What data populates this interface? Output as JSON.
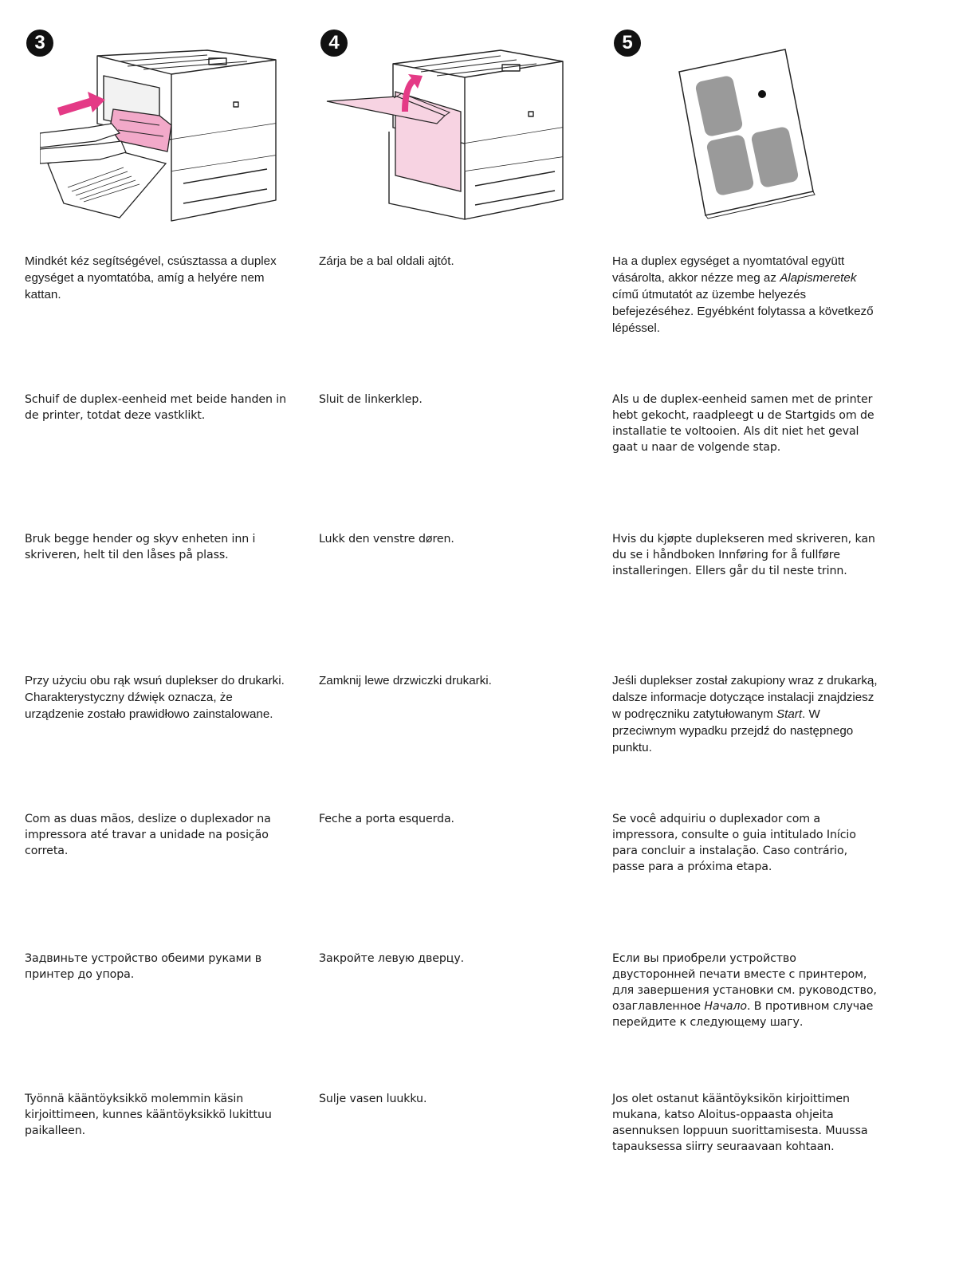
{
  "steps": [
    {
      "number": "3",
      "icon": "printer-insert-duplex-illustration"
    },
    {
      "number": "4",
      "icon": "printer-close-left-door-illustration"
    },
    {
      "number": "5",
      "icon": "hp-getting-started-guide-illustration"
    }
  ],
  "colors": {
    "accent": "#e43a86",
    "door_fill": "#f7d3e2",
    "dark": "#111111",
    "gray": "#9a9a9a"
  },
  "languages": [
    {
      "col1": "Mindkét kéz segítségével, csúsztassa a duplex egységet a nyomtatóba, amíg a helyére nem kattan.",
      "col2": "Zárja be a bal oldali ajtót.",
      "col3_pre": "Ha a duplex egységet a nyomtatóval együtt vásárolta, akkor nézze meg az ",
      "col3_em": "Alapismeretek",
      "col3_post": " című útmutatót az üzembe helyezés befejezéséhez. Egyébként folytassa a következő lépéssel."
    },
    {
      "col1": "Schuif de duplex-eenheid met beide handen in de printer, totdat deze vastklikt.",
      "col2": "Sluit de linkerklep.",
      "col3_pre": "Als u de duplex-eenheid samen met de printer hebt gekocht, raadpleegt u de Startgids om de installatie te voltooien. Als dit niet het geval gaat u naar de volgende stap.",
      "col3_em": "",
      "col3_post": ""
    },
    {
      "col1": "Bruk begge hender og skyv enheten inn i skriveren, helt til den låses på plass.",
      "col2": "Lukk den venstre døren.",
      "col3_pre": "Hvis du kjøpte duplekseren med skriveren, kan du se i håndboken Innføring for å fullføre installeringen. Ellers går du til neste trinn.",
      "col3_em": "",
      "col3_post": ""
    },
    {
      "col1": "Przy użyciu obu rąk wsuń duplekser do drukarki. Charakterystyczny dźwięk oznacza, że urządzenie zostało prawidłowo zainstalowane.",
      "col2": "Zamknij lewe drzwiczki drukarki.",
      "col3_pre": "Jeśli duplekser został zakupiony wraz z drukarką, dalsze informacje dotyczące instalacji znajdziesz w podręczniku zatytułowanym ",
      "col3_em": "Start",
      "col3_post": ". W przeciwnym wypadku przejdź do następnego punktu."
    },
    {
      "col1": "Com as duas mãos, deslize o duplexador na impressora até travar a unidade na posição correta.",
      "col2": "Feche a porta esquerda.",
      "col3_pre": "Se você adquiriu o duplexador com a impressora, consulte o guia intitulado Início para concluir a instalação. Caso contrário, passe para a próxima etapa.",
      "col3_em": "",
      "col3_post": ""
    },
    {
      "col1": "Задвиньте устройство обеими руками в принтер до упора.",
      "col2": "Закройте левую дверцу.",
      "col3_pre": "Если вы приобрели устройство двусторонней печати вместе с принтером, для завершения установки см. руководство, озаглавленное ",
      "col3_em": "Начало",
      "col3_post": ". В противном случае перейдите к следующему шагу."
    },
    {
      "col1": "Työnnä kääntöyksikkö molemmin käsin kirjoittimeen, kunnes kääntöyksikkö lukittuu paikalleen.",
      "col2": "Sulje vasen luukku.",
      "col3_pre": "Jos olet ostanut kääntöyksikön kirjoittimen mukana, katso Aloitus-oppaasta ohjeita asennuksen loppuun suorittamisesta. Muussa tapauksessa siirry seuraavaan kohtaan.",
      "col3_em": "",
      "col3_post": ""
    }
  ]
}
